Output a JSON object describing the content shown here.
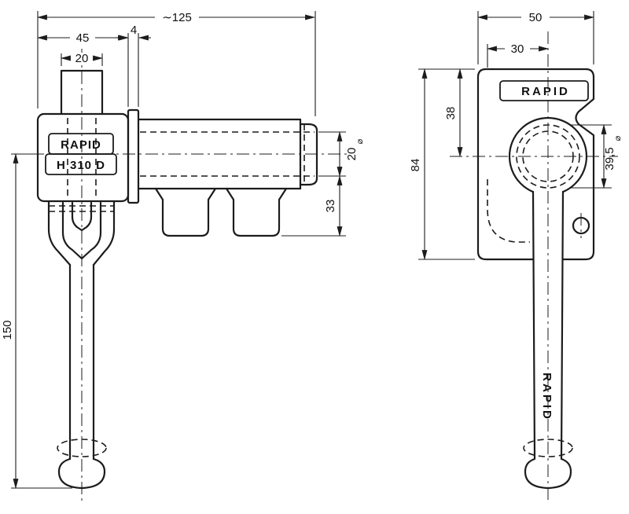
{
  "front_view": {
    "plate": {
      "brand": "RAPID",
      "model": "H 310 D"
    },
    "dims": {
      "overall_length": "∼125",
      "head_width": "45",
      "flange_thickness": "4",
      "stem_width": "20",
      "bore_diameter": "20",
      "bore_diameter_symbol": "⌀",
      "bracket_height": "33",
      "handle_length": "150"
    }
  },
  "side_view": {
    "brand_plate": "RAPID",
    "brand_handle": "RAPID",
    "dims": {
      "plate_width": "50",
      "center_offset": "30",
      "ring_center_depth": "38",
      "plate_height": "84",
      "ring_diameter": "39,5",
      "ring_diameter_symbol": "⌀"
    }
  }
}
